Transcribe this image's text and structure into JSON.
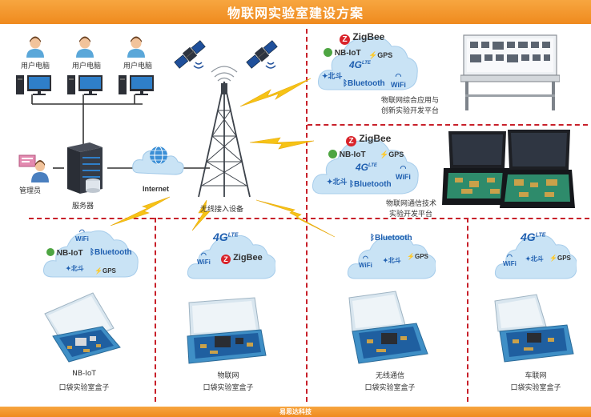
{
  "header": {
    "title": "物联网实验室建设方案"
  },
  "footer": {
    "text": "易思达科技"
  },
  "left": {
    "pc_label": "用户电脑",
    "admin_label": "管理员",
    "server_label": "服务器",
    "internet_label": "Internet",
    "tower_label": "无线接入设备"
  },
  "tags": {
    "zigbee": "ZigBee",
    "nbiot": "NB-IoT",
    "fourg": "4G",
    "lte": "LTE",
    "gps": "GPS",
    "wifi": "WiFi",
    "bluetooth": "Bluetooth",
    "beidou": "北斗"
  },
  "platforms": {
    "p1": {
      "line1": "物联网综合应用与",
      "line2": "创新实验开发平台"
    },
    "p2": {
      "line1": "物联网通信技术",
      "line2": "实验开发平台"
    }
  },
  "boxes": [
    {
      "line1": "NB-IoT",
      "line2": "口袋实验室盒子"
    },
    {
      "line1": "物联网",
      "line2": "口袋实验室盒子"
    },
    {
      "line1": "无线通信",
      "line2": "口袋实验室盒子"
    },
    {
      "line1": "车联网",
      "line2": "口袋实验室盒子"
    }
  ],
  "colors": {
    "header": "#f39a2c",
    "divider": "#c8202a",
    "cloud": "#c9e3f5",
    "lightning": "#f6c316",
    "zigbee_red": "#d9232a",
    "bluetooth_blue": "#1f5fb0"
  }
}
